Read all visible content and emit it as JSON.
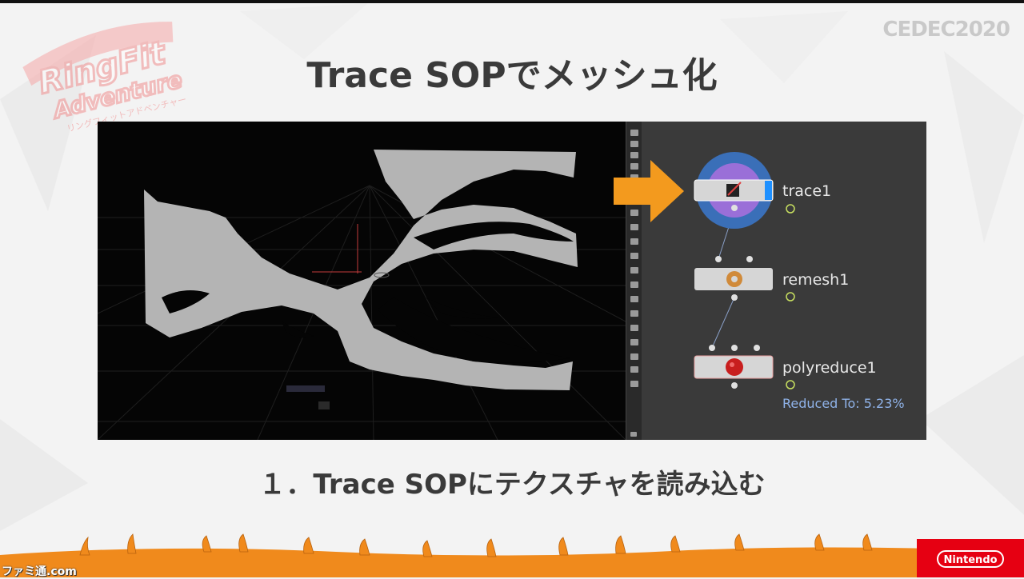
{
  "slide": {
    "title": "Trace SOPでメッシュ化",
    "subtitle": "１．Trace SOPにテクスチャを読み込む",
    "event_logo": "CEDEC2020",
    "game_logo_lines": [
      "RingFit",
      "Adventure"
    ],
    "game_logo_tagline": "リングフィットアドベンチャー"
  },
  "network": {
    "nodes": [
      {
        "label": "trace1",
        "icon": "trace-icon",
        "selected": true
      },
      {
        "label": "remesh1",
        "icon": "donut-mesh-icon",
        "selected": false
      },
      {
        "label": "polyreduce1",
        "icon": "sphere-reduce-icon",
        "selected": false,
        "status": "Reduced To: 5.23%"
      }
    ]
  },
  "footer": {
    "brand": "Nintendo",
    "watermark": "ファミ通.com"
  },
  "colors": {
    "arrow": "#f39a1e",
    "node_highlight_outer": "#3a6fb8",
    "node_highlight_inner": "#9a6fd8",
    "ground": "#f08a1c",
    "nintendo_red": "#e60012",
    "title_text": "#3a3a3a"
  }
}
